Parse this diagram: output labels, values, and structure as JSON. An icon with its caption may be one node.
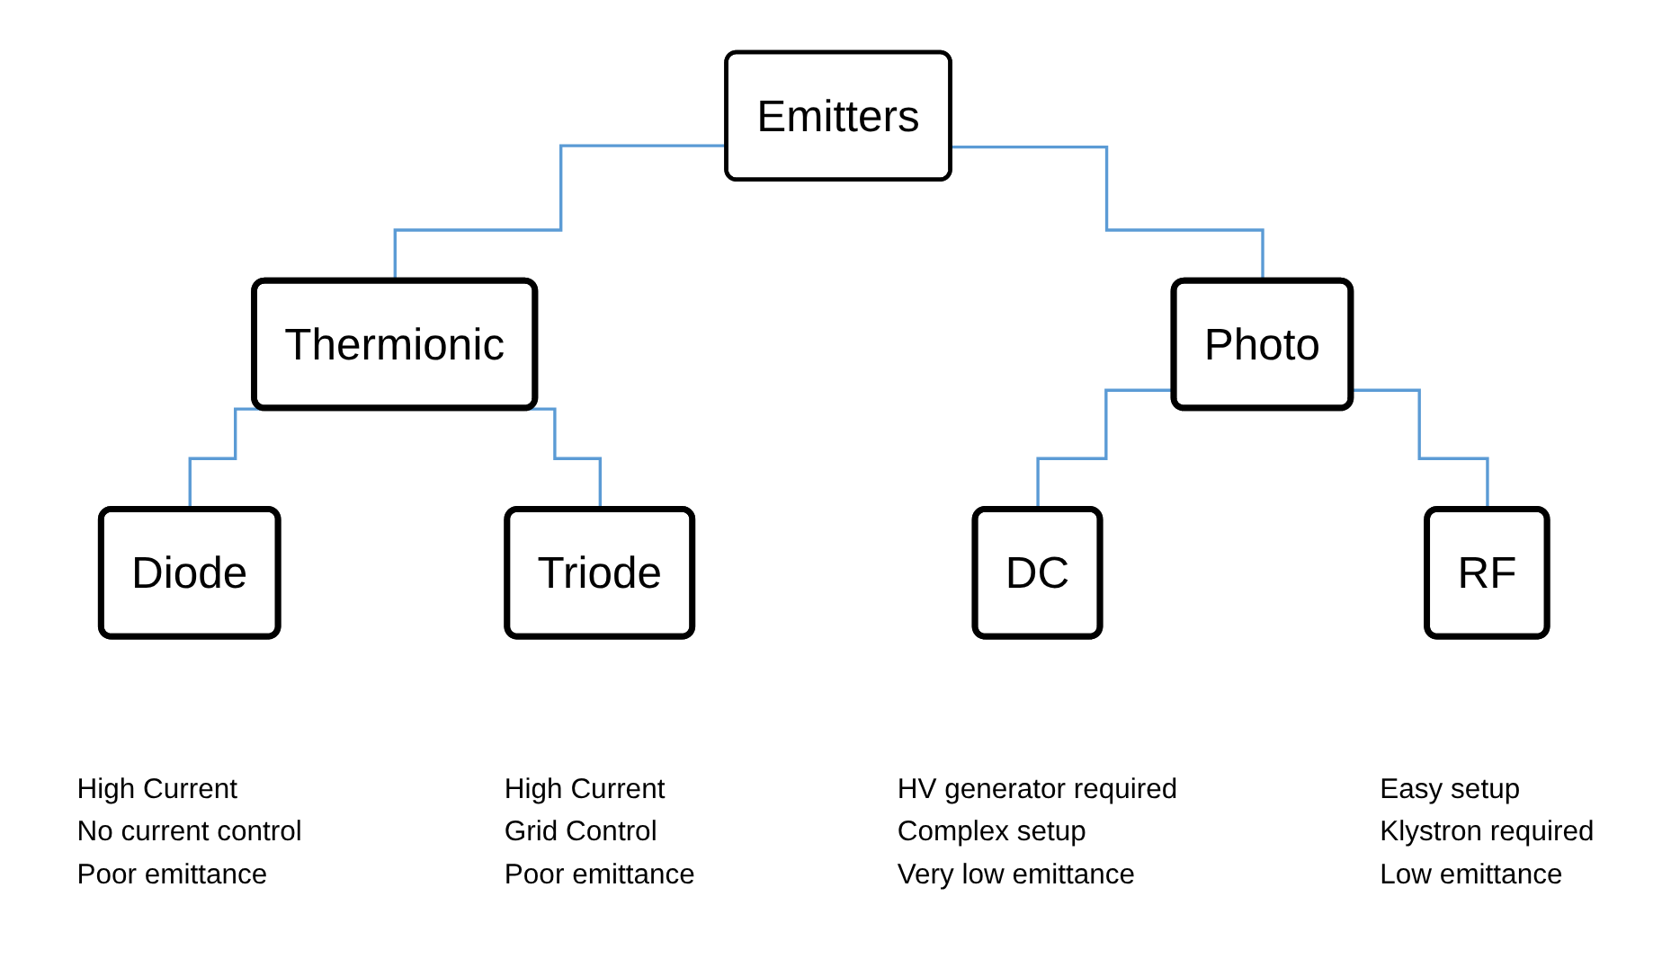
{
  "diagram": {
    "nodes": [
      {
        "text": [
          "Emitters"
        ]
      },
      {
        "text": [
          "Thermionic"
        ]
      },
      {
        "text": [
          "Photo"
        ]
      },
      {
        "text": [
          "Diode"
        ],
        "beside": [
          "High Current",
          "No current control",
          "Poor emittance"
        ]
      },
      {
        "text": [
          "Triode"
        ],
        "beside": [
          "High Current",
          "Grid Control",
          "Poor emittance"
        ]
      },
      {
        "text": [
          "DC"
        ],
        "beside": [
          "HV generator required",
          "Complex setup",
          "Very low emittance"
        ]
      },
      {
        "text": [
          "RF"
        ],
        "beside": [
          "Easy setup",
          "Klystron required",
          "Low emittance"
        ]
      }
    ],
    "edges": [
      {
        "from": 0,
        "to": 1,
        "arrow": "none"
      },
      {
        "from": 0,
        "to": 2,
        "arrow": "none"
      },
      {
        "from": 1,
        "to": 3,
        "arrow": "none"
      },
      {
        "from": 1,
        "to": 4,
        "arrow": "none"
      },
      {
        "from": 2,
        "to": 5,
        "arrow": "none"
      },
      {
        "from": 2,
        "to": 6,
        "arrow": "none"
      }
    ]
  }
}
